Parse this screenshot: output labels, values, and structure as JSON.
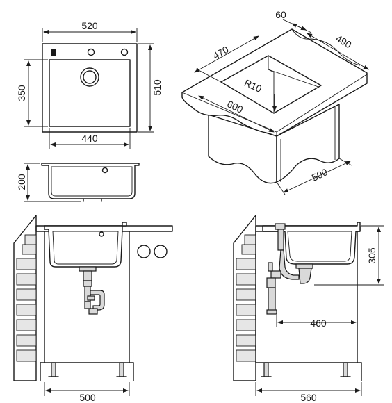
{
  "dimensions": {
    "top_width": "520",
    "top_height": "510",
    "bowl_depth_top": "350",
    "bowl_width_top": "440",
    "section_depth": "200",
    "iso_flange": "60",
    "iso_side": "490",
    "iso_bowl": "470",
    "iso_radius": "R10",
    "iso_cabinet": "600",
    "iso_cabinet_depth": "500",
    "front_cabinet": "500",
    "side_height": "305",
    "side_depth": "460",
    "side_cabinet": "560"
  }
}
